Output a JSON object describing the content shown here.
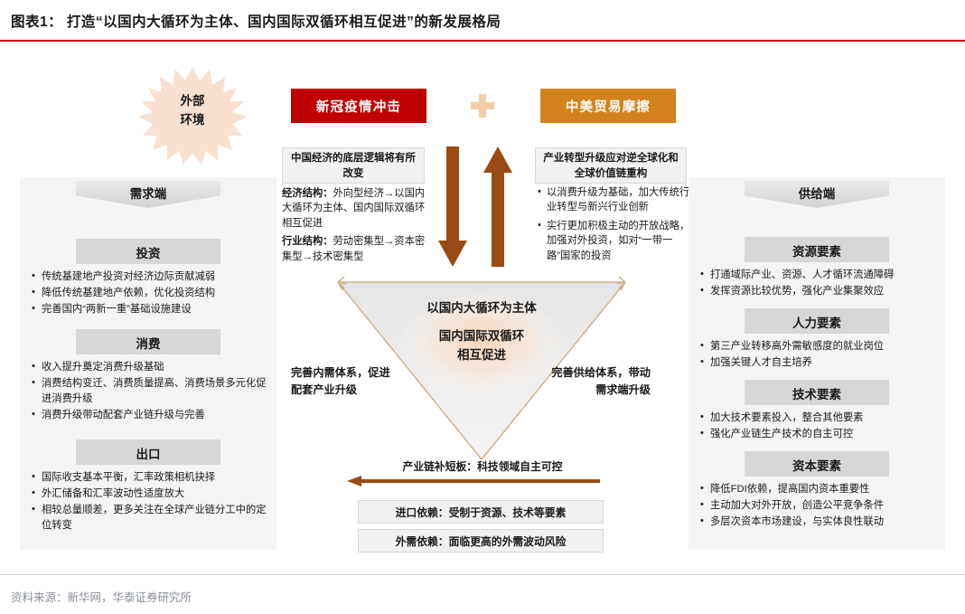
{
  "header": {
    "title": "图表1：  打造“以国内大循环为主体、国内国际双循环相互促进”的新发展格局",
    "accent": "#c00000"
  },
  "footer": {
    "source": "资料来源：新华网，华泰证券研究所"
  },
  "external_env": {
    "line1": "外部",
    "line2": "环境",
    "fill": "#f9e0d0"
  },
  "shocks": {
    "covid": {
      "label": "新冠疫情冲击",
      "color": "#c00000"
    },
    "trade": {
      "label": "中美贸易摩擦",
      "color": "#d4821e"
    },
    "connector": "+"
  },
  "logic_left": {
    "head": "中国经济的底层逻辑将有所改变",
    "lines": [
      {
        "bold": "经济结构：",
        "text": "外向型经济→以国内大循环为主体、国内国际双循环相互促进"
      },
      {
        "bold": "行业结构：",
        "text": "劳动密集型→资本密集型→技术密集型"
      }
    ]
  },
  "logic_right": {
    "head": "产业转型升级应对逆全球化和全球价值链重构",
    "bullets": [
      "以消费升级为基础，加大传统行业转型与新兴行业创新",
      "实行更加积极主动的开放战略，加强对外投资，如对“一带一路”国家的投资"
    ]
  },
  "arrows": {
    "color": "#9a4a14",
    "down_name": "downward-arrow",
    "up_name": "upward-arrow"
  },
  "demand_side": {
    "title": "需求端",
    "groups": [
      {
        "title": "投资",
        "bullets": [
          "传统基建地产投资对经济边际贡献减弱",
          "降低传统基建地产依赖，优化投资结构",
          "完善国内“两新一重”基础设施建设"
        ]
      },
      {
        "title": "消费",
        "bullets": [
          "收入提升奠定消费升级基础",
          "消费结构变迁、消费质量提高、消费场景多元化促进消费升级",
          "消费升级带动配套产业链升级与完善"
        ]
      },
      {
        "title": "出口",
        "bullets": [
          "国际收支基本平衡，汇率政策相机抉择",
          "外汇储备和汇率波动性适度放大",
          "相较总量顺差，更多关注在全球产业链分工中的定位转变"
        ]
      }
    ]
  },
  "supply_side": {
    "title": "供给端",
    "groups": [
      {
        "title": "资源要素",
        "bullets": [
          "打通域际产业、资源、人才循环流通障碍",
          "发挥资源比较优势，强化产业集聚效应"
        ]
      },
      {
        "title": "人力要素",
        "bullets": [
          "第三产业转移高外需敏感度的就业岗位",
          "加强关键人才自主培养"
        ]
      },
      {
        "title": "技术要素",
        "bullets": [
          "加大技术要素投入，整合其他要素",
          "强化产业链生产技术的自主可控"
        ]
      },
      {
        "title": "资本要素",
        "bullets": [
          "降低FDI依赖，提高国内资本重要性",
          "主动加大对外开放，创造公平竞争条件",
          "多层次资本市场建设，与实体良性联动"
        ]
      }
    ]
  },
  "funnel": {
    "line1": "以国内大循环为主体",
    "line2": "国内国际双循环",
    "line3": "相互促进",
    "left_label": "完善内需体系，促进配套产业升级",
    "right_label": "完善供给体系，带动需求端升级"
  },
  "bottom": {
    "bottleneck": "产业链补短板：科技领域自主可控",
    "arrow_color": "#9a4a14",
    "boxes": [
      "进口依赖：受制于资源、技术等要素",
      "外需依赖：面临更高的外需波动风险"
    ]
  }
}
